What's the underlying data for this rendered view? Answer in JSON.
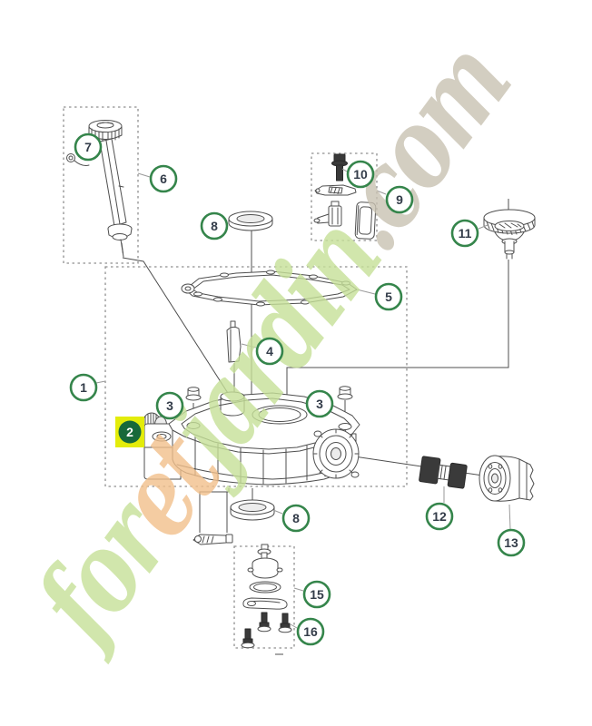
{
  "page": {
    "background": "#ffffff"
  },
  "callout_style": {
    "ring_color": "#35854b",
    "fill": "#ffffff",
    "text_color": "#333c49"
  },
  "highlight": {
    "box_color": "#e3ec0a",
    "circle_color": "#17693a",
    "text_color": "#ffffff"
  },
  "callouts": [
    {
      "number": "1",
      "highlighted": false
    },
    {
      "number": "2",
      "highlighted": true
    },
    {
      "number": "3",
      "highlighted": false
    },
    {
      "number": "3",
      "highlighted": false
    },
    {
      "number": "4",
      "highlighted": false
    },
    {
      "number": "5",
      "highlighted": false
    },
    {
      "number": "6",
      "highlighted": false
    },
    {
      "number": "7",
      "highlighted": false
    },
    {
      "number": "8",
      "highlighted": false
    },
    {
      "number": "8",
      "highlighted": false
    },
    {
      "number": "9",
      "highlighted": false
    },
    {
      "number": "10",
      "highlighted": false
    },
    {
      "number": "11",
      "highlighted": false
    },
    {
      "number": "12",
      "highlighted": false
    },
    {
      "number": "13",
      "highlighted": false
    },
    {
      "number": "15",
      "highlighted": false
    },
    {
      "number": "16",
      "highlighted": false
    }
  ],
  "watermark": {
    "full_text": "foretjardin.com",
    "segments": [
      {
        "text": "for",
        "color": "#c6e198"
      },
      {
        "text": "et",
        "color": "#f2c08c"
      },
      {
        "text": "jardin",
        "color": "#c6e198"
      },
      {
        "text": ".com",
        "color": "#c9c2b2"
      }
    ]
  },
  "diagram": {
    "line_color": "#4f4f4f",
    "dash_color": "#8f8f8f"
  }
}
